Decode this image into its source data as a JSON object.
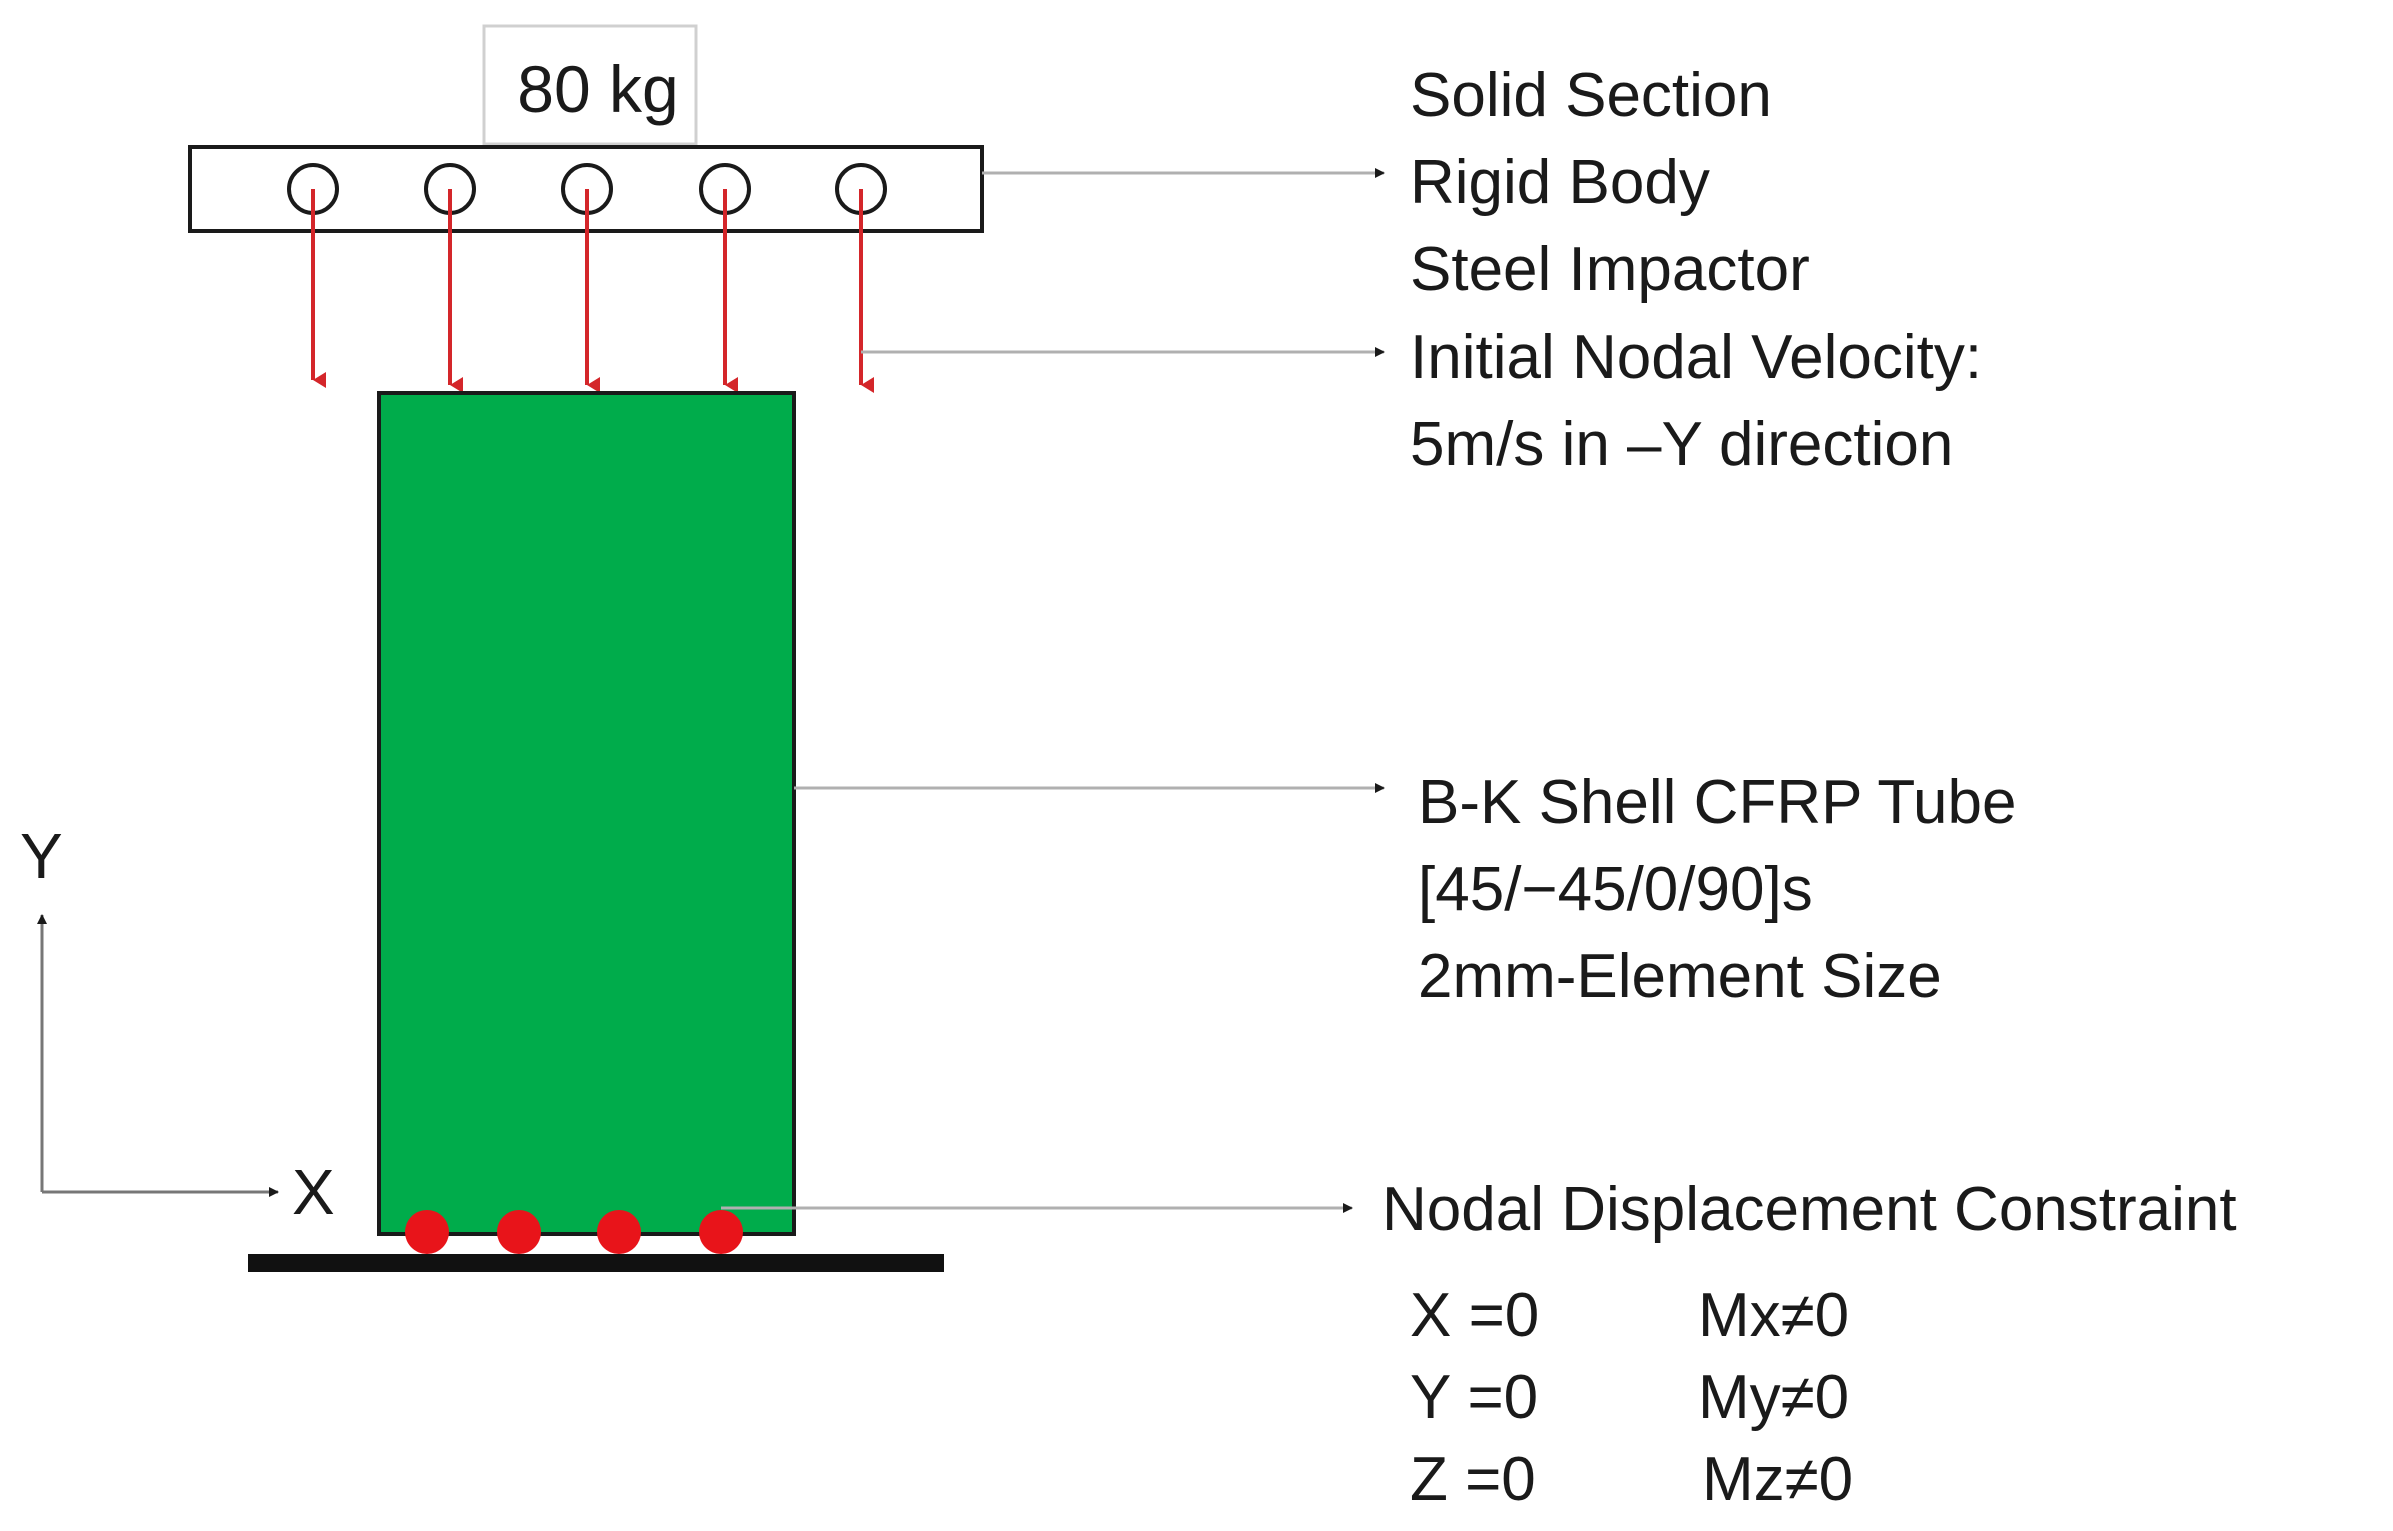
{
  "impactor": {
    "mass_label": "80 kg",
    "lines": [
      "Solid Section",
      "Rigid Body",
      "Steel Impactor"
    ]
  },
  "velocity": {
    "lines": [
      "Initial Nodal Velocity:",
      "5m/s in –Y direction"
    ]
  },
  "tube": {
    "lines": [
      "B-K Shell CFRP Tube",
      "[45/−45/0/90]s",
      "2mm-Element Size"
    ]
  },
  "constraint": {
    "title": "Nodal Displacement Constraint",
    "rows": [
      {
        "disp": "X =0",
        "moment": "Mx≠0"
      },
      {
        "disp": "Y =0",
        "moment": "My≠0"
      },
      {
        "disp": "Z =0",
        "moment": "Mz≠0"
      }
    ]
  },
  "axes": {
    "x_label": "X",
    "y_label": "Y"
  },
  "colors": {
    "tube_fill": "#00ac4b",
    "arrow_red": "#d4262a",
    "node_red": "#e8141a",
    "leader_gray": "#b0b0b0",
    "outline": "#1a1a1a"
  }
}
